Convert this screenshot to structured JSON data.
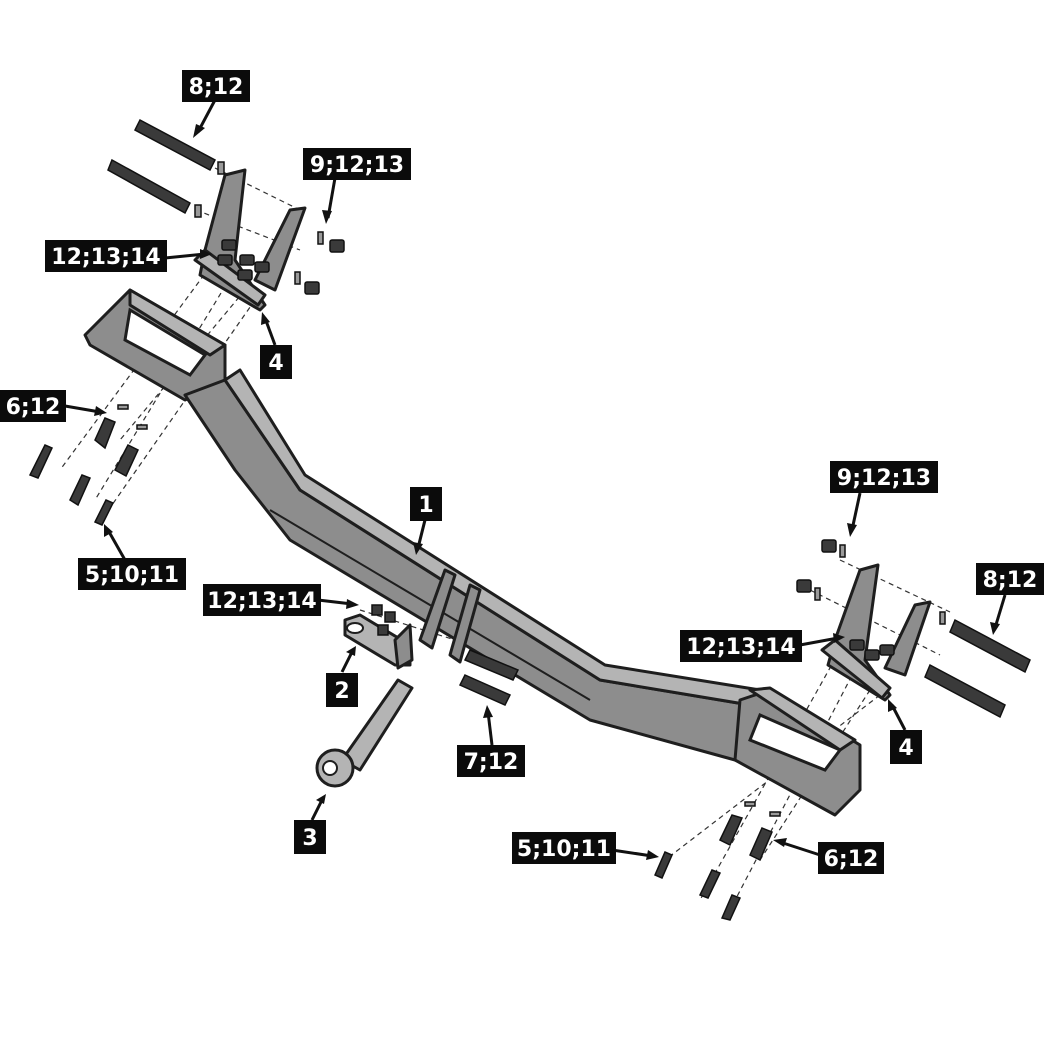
{
  "callouts": [
    {
      "id": "c1",
      "text": "8;12"
    },
    {
      "id": "c2",
      "text": "9;12;13"
    },
    {
      "id": "c3",
      "text": "12;13;14"
    },
    {
      "id": "c4",
      "text": "4"
    },
    {
      "id": "c5",
      "text": "6;12"
    },
    {
      "id": "c6",
      "text": "5;10;11"
    },
    {
      "id": "c7",
      "text": "1"
    },
    {
      "id": "c8",
      "text": "12;13;14"
    },
    {
      "id": "c9",
      "text": "2"
    },
    {
      "id": "c10",
      "text": "3"
    },
    {
      "id": "c11",
      "text": "7;12"
    },
    {
      "id": "c12",
      "text": "9;12;13"
    },
    {
      "id": "c13",
      "text": "8;12"
    },
    {
      "id": "c14",
      "text": "12;13;14"
    },
    {
      "id": "c15",
      "text": "4"
    },
    {
      "id": "c16",
      "text": "5;10;11"
    },
    {
      "id": "c17",
      "text": "6;12"
    }
  ],
  "colors": {
    "part_fill": "#8d8d8d",
    "outline": "#1e1e1e",
    "label_bg": "#0b0b0b",
    "label_text": "#ffffff"
  }
}
